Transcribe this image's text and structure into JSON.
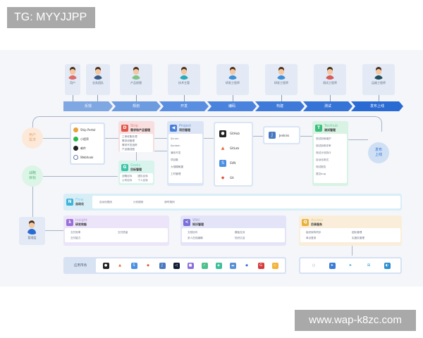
{
  "watermark": {
    "tag": "TG: MYYJJPP",
    "url": "www.wap-k8zc.com"
  },
  "roles": [
    {
      "label": "用户",
      "shirt": "#e06a6a"
    },
    {
      "label": "业务团队",
      "shirt": "#3b5b8a"
    },
    {
      "label": "产品经理",
      "shirt": "#7fc28a"
    },
    {
      "label": "技术主管",
      "shirt": "#2aa9b8"
    },
    {
      "label": "研发工程师",
      "shirt": "#3d8fd8"
    },
    {
      "label": "研发工程师",
      "shirt": "#3d8fd8"
    },
    {
      "label": "测试工程师",
      "shirt": "#d65a5a"
    },
    {
      "label": "运维工程师",
      "shirt": "#1f4f5e"
    }
  ],
  "stages": [
    "反馈",
    "规划",
    "开发",
    "编码",
    "构建",
    "测试",
    "发布上线"
  ],
  "stage_colors": [
    "#7fa7e2",
    "#6d9be0",
    "#5a8ee0",
    "#4a83de",
    "#3f7ad9",
    "#3573d6",
    "#2a6bd3"
  ],
  "circles": {
    "user_need": "用户\n需求",
    "strategy": "战略\n目标",
    "release": "发布\n上线",
    "manager": "管理层"
  },
  "channels": [
    {
      "label": "Ship Portal",
      "icon": "chrome-icon",
      "color": "#e9a23b"
    },
    {
      "label": "小程序",
      "icon": "miniprogram-icon",
      "color": "#2db84d"
    },
    {
      "label": "邮件",
      "icon": "mail-icon",
      "color": "#222222"
    },
    {
      "label": "Webhook",
      "icon": "webhook-icon",
      "color": "#6a7ba0"
    }
  ],
  "ship": {
    "name": "Ship",
    "subtitle": "需求和产品管理",
    "icon": "D",
    "color": "#e2574c",
    "items": [
      "工单收集处理",
      "需求池管理",
      "需求开发追踪",
      "产品路线图"
    ]
  },
  "goals": {
    "name": "Goals",
    "subtitle": "目标管理",
    "icon": "G",
    "color": "#3fc4a8",
    "items": [
      "战略目标",
      "团队目标",
      "公司目标",
      "个人目标"
    ]
  },
  "project": {
    "name": "Project",
    "subtitle": "项目管理",
    "icon": "◀",
    "color": "#4a7fd8",
    "items": [
      "Scrum",
      "Kanban",
      "瀑布开发",
      "项目集",
      "大规模敏捷",
      "工时管理"
    ]
  },
  "repos": [
    {
      "label": "GitHub",
      "icon": "github-icon",
      "color": "#222222",
      "glyph": "●"
    },
    {
      "label": "GitLab",
      "icon": "gitlab-icon",
      "color": "#e2683c",
      "glyph": "▲"
    },
    {
      "label": "SVN",
      "icon": "svn-icon",
      "color": "#4a90e2",
      "glyph": "S"
    },
    {
      "label": "Git",
      "icon": "git-icon",
      "color": "#e0543a",
      "glyph": "◆"
    }
  ],
  "jenkins": {
    "label": "Jenkins",
    "color": "#4a78c0"
  },
  "testhub": {
    "name": "Testhub",
    "subtitle": "测试管理",
    "icon": "T",
    "color": "#3cbf7a",
    "items": [
      "测试用例维护",
      "测试用例评审",
      "测试计划执行",
      "自动化测试",
      "测试报告",
      "提交bug"
    ]
  },
  "flow": {
    "name": "Flow",
    "subtitle": "自动化",
    "icon": "N",
    "color": "#3fb3d8",
    "items": [
      "自动化规则",
      "计划规则",
      "即时规则"
    ]
  },
  "insight": {
    "name": "Insight",
    "subtitle": "研发效能",
    "icon": "λ",
    "color": "#9b6fd8",
    "items": [
      "交付效率",
      "交付质量",
      "交付能力"
    ]
  },
  "wiki": {
    "name": "Wiki",
    "subtitle": "知识管理",
    "icon": "<",
    "color": "#7a6fd8",
    "items": [
      "文档协作",
      "模板支持",
      "多人在线编辑",
      "知识沉淀"
    ]
  },
  "access": {
    "name": "Access",
    "subtitle": "目录服务",
    "icon": "Q",
    "color": "#e8b23a",
    "items": [
      "组织架构同步",
      "团队管理",
      "单点登录",
      "实团队管理"
    ]
  },
  "market": {
    "label": "应用市场",
    "icons": [
      {
        "name": "github-icon",
        "color": "#222222",
        "glyph": "●"
      },
      {
        "name": "gitlab-icon",
        "color": "#e2683c",
        "glyph": "▲"
      },
      {
        "name": "svn-icon",
        "color": "#4a90e2",
        "glyph": "S"
      },
      {
        "name": "git-icon",
        "color": "#e0543a",
        "glyph": "◆"
      },
      {
        "name": "jenkins-icon",
        "color": "#4a78c0",
        "glyph": "J"
      },
      {
        "name": "vscode-icon",
        "color": "#0f1b35",
        "glyph": "◁"
      },
      {
        "name": "app-purple-icon",
        "color": "#8a6fe0",
        "glyph": "■"
      },
      {
        "name": "check-icon",
        "color": "#4fc08d",
        "glyph": "✓"
      },
      {
        "name": "shield-icon",
        "color": "#3cbf9a",
        "glyph": "◈"
      },
      {
        "name": "cloud-icon",
        "color": "#5a8fd8",
        "glyph": "☁"
      },
      {
        "name": "diamond-icon",
        "color": "#2a6bd3",
        "glyph": "◆"
      },
      {
        "name": "g-icon",
        "color": "#d63a3a",
        "glyph": "G"
      },
      {
        "name": "sketch-icon",
        "color": "#f0b43a",
        "glyph": "◇"
      }
    ]
  },
  "clients": [
    {
      "name": "wechat-icon",
      "color": "#8a94a8",
      "glyph": "○"
    },
    {
      "name": "feishu-icon",
      "color": "#3a7bd5",
      "glyph": "➤"
    },
    {
      "name": "dingtalk-icon",
      "color": "#1a8fe0",
      "glyph": "➤"
    },
    {
      "name": "windows-icon",
      "color": "#1a9ae0",
      "glyph": "⊞"
    },
    {
      "name": "app-icon",
      "color": "#2a8fd0",
      "glyph": "◐"
    }
  ]
}
